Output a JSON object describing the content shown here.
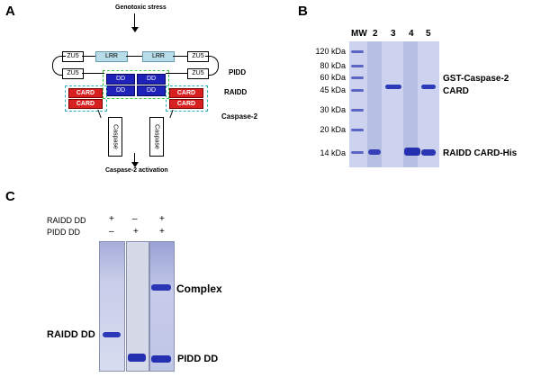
{
  "panels": {
    "a": "A",
    "b": "B",
    "c": "C"
  },
  "panel_a": {
    "top_label": "Genotoxic stress",
    "bottom_label": "Caspase-2 activation",
    "zu5": "ZU5",
    "lrr": "LRR",
    "dd": "DD",
    "card": "CARD",
    "caspase": "Caspase",
    "row_labels": {
      "pidd": "PIDD",
      "raidd": "RAIDD",
      "caspase2": "Caspase-2"
    }
  },
  "panel_b": {
    "mw_header": "MW",
    "lanes": [
      "2",
      "3",
      "4",
      "5"
    ],
    "mw_markers": [
      "120 kDa",
      "80 kDa",
      "60 kDa",
      "45 kDa",
      "30 kDa",
      "20 kDa",
      "14 kDa"
    ],
    "band_labels": {
      "gst_line1": "GST-Caspase-2",
      "gst_line2": "CARD",
      "raidd": "RAIDD CARD-His"
    }
  },
  "panel_c": {
    "rows": [
      {
        "label": "RAIDD DD",
        "signs": [
          "+",
          "–",
          "+"
        ]
      },
      {
        "label": "PIDD DD",
        "signs": [
          "–",
          "+",
          "+"
        ]
      }
    ],
    "band_labels": {
      "complex": "Complex",
      "raidd": "RAIDD DD",
      "pidd": "PIDD DD"
    }
  },
  "colors": {
    "dd": "#1f22b8",
    "card": "#d82020",
    "gel": "#c4cbe8",
    "band": "#2b38b8"
  }
}
